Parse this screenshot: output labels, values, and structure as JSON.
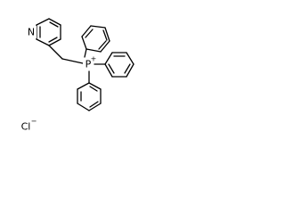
{
  "molecule": {
    "atoms": {
      "nitrogen": "N",
      "phosphorus": "P",
      "phosphorus_charge": "+",
      "chloride": "Cl",
      "chloride_charge": "−"
    }
  },
  "colors": {
    "bond": "#000000",
    "background": "#ffffff"
  }
}
